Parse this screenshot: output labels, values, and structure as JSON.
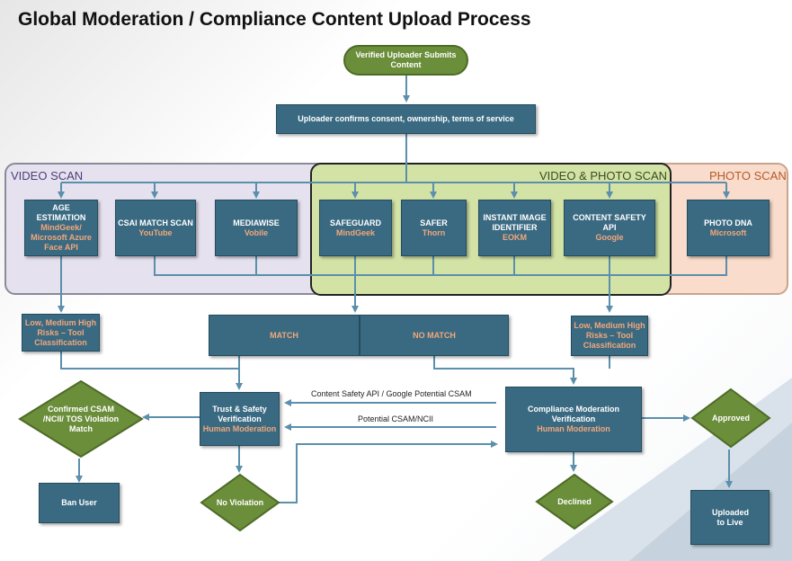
{
  "title": "Global Moderation / Compliance Content Upload Process",
  "colors": {
    "box": "#3a6a82",
    "box_sub_text": "#f2a77a",
    "green_shape": "#6b8e3a",
    "video_region": "#e5e1ef",
    "video_photo_region": "#d3e3a6",
    "photo_region": "#f9dccb",
    "arrow": "#5b8fab"
  },
  "regions": {
    "video": "VIDEO SCAN",
    "video_photo": "VIDEO & PHOTO SCAN",
    "photo": "PHOTO SCAN"
  },
  "start": "Verified Uploader Submits Content",
  "confirm": "Uploader confirms consent, ownership, terms of service",
  "tools": {
    "age": {
      "name": "AGE ESTIMATION",
      "vendor": "MindGeek/ Microsoft Azure Face API"
    },
    "csai": {
      "name": "CSAI MATCH SCAN",
      "vendor": "YouTube"
    },
    "mediawise": {
      "name": "MEDIAWISE",
      "vendor": "Vobile"
    },
    "safeguard": {
      "name": "SAFEGUARD",
      "vendor": "MindGeek"
    },
    "safer": {
      "name": "SAFER",
      "vendor": "Thorn"
    },
    "instant": {
      "name": "INSTANT IMAGE IDENTIFIER",
      "vendor": "EOKM"
    },
    "csapi": {
      "name": "CONTENT SAFETY API",
      "vendor": "Google"
    },
    "photodna": {
      "name": "PHOTO DNA",
      "vendor": "Microsoft"
    }
  },
  "risk_left": "Low, Medium High Risks – Tool Classification",
  "risk_right": "Low, Medium High Risks – Tool Classification",
  "match": "MATCH",
  "no_match": "NO MATCH",
  "trust_safety": {
    "title": "Trust & Safety Verification",
    "sub": "Human Moderation"
  },
  "compliance": {
    "title": "Compliance Moderation Verification",
    "sub": "Human Moderation"
  },
  "edge_labels": {
    "csam": "Content Safety API / Google Potential CSAM",
    "ncii": "Potential CSAM/NCII"
  },
  "confirmed": "Confirmed CSAM /NCII/ TOS Violation Match",
  "ban": "Ban User",
  "no_violation": "No Violation",
  "declined": "Declined",
  "approved": "Approved",
  "uploaded": "Uploaded to Live"
}
